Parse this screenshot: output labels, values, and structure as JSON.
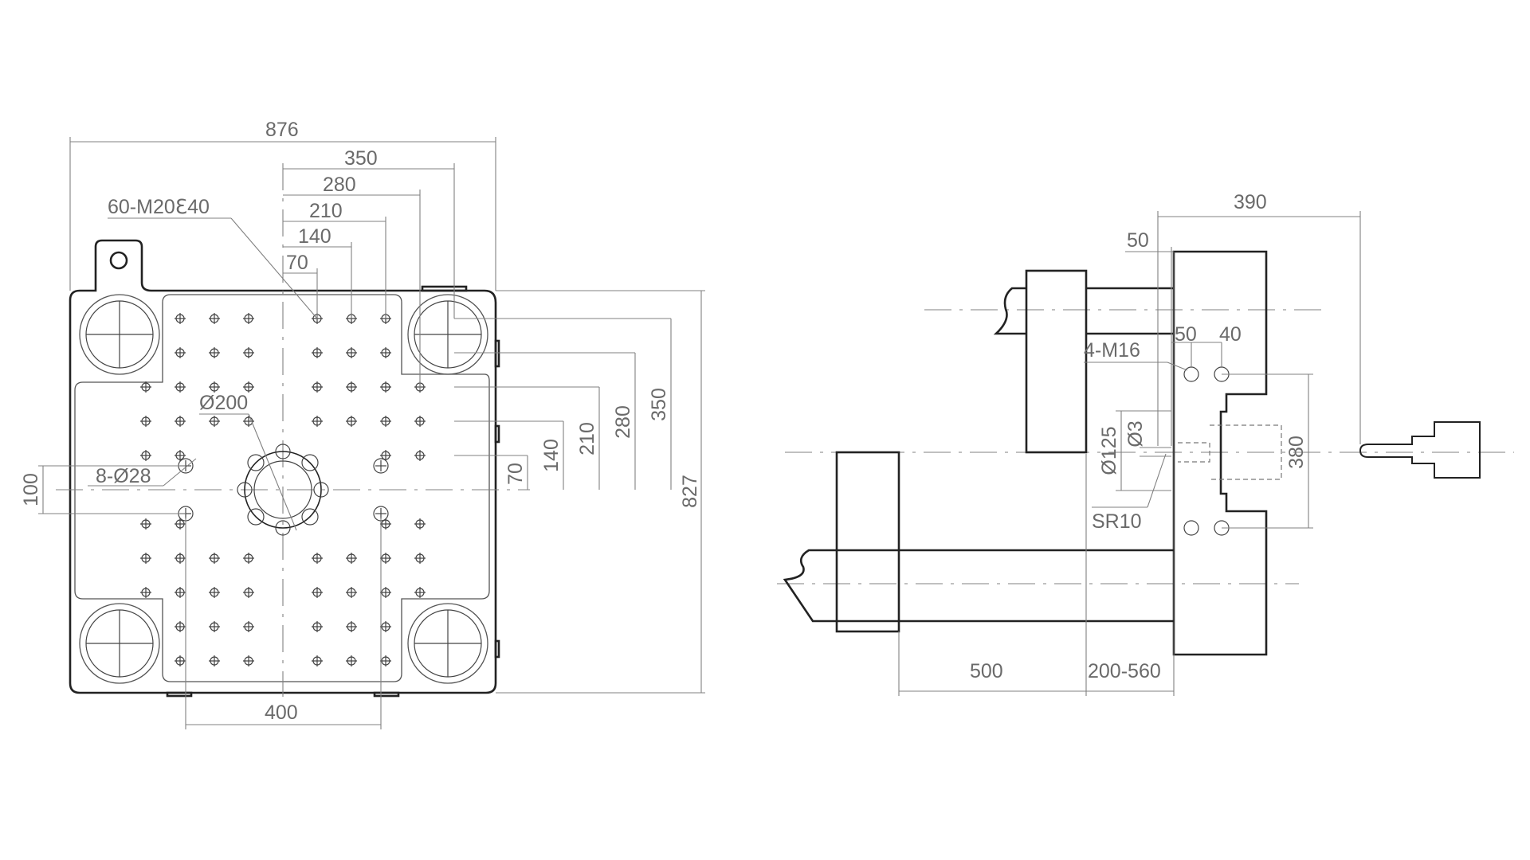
{
  "platen_view": {
    "width": "876",
    "spacing_350": "350",
    "spacing_280": "280",
    "spacing_210": "210",
    "spacing_140": "140",
    "spacing_70": "70",
    "tapped_holes": "60-M20ℇ40",
    "center_ring": "Ø200",
    "ejector_holes": "8-Ø28",
    "offset_100": "100",
    "hole_spacing_400": "400",
    "height": "827",
    "v_70": "70",
    "v_140": "140",
    "v_210": "210",
    "v_280": "280",
    "v_350": "350"
  },
  "side_view": {
    "length_390": "390",
    "dim_50": "50",
    "hole_spacing_50": "50",
    "hole_spacing_40": "40",
    "thread_holes": "4-M16",
    "locating_diameter": "Ø125",
    "nozzle_orifice": "Ø3",
    "nozzle_radius": "SR10",
    "hole_spacing_380": "380",
    "stroke_500": "500",
    "daylight_range": "200-560"
  },
  "colors": {
    "outline": "#222222",
    "dimension": "#808080",
    "text": "#6a6a6a"
  }
}
